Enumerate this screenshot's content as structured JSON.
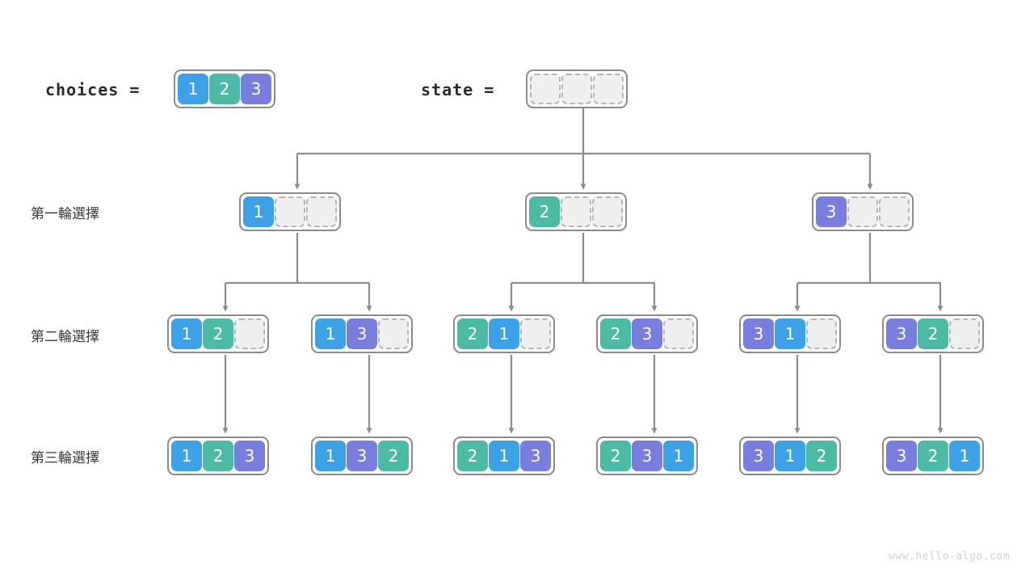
{
  "header": {
    "choices_label": "choices =",
    "state_label": "state ="
  },
  "rows": [
    {
      "label": "第一輪選擇"
    },
    {
      "label": "第二輪選擇"
    },
    {
      "label": "第三輪選擇"
    }
  ],
  "colors": {
    "value_1": "#3ba2e8",
    "value_2": "#4cbba5",
    "value_3": "#787ede",
    "empty_fill": "#efefef",
    "empty_border": "#b6b6b6",
    "node_border": "#8c8c8c",
    "edge": "#8c8c8c",
    "text": "#2b2b2b",
    "watermark": "#d2d2d2"
  },
  "choices_node": {
    "cells": [
      "1",
      "2",
      "3"
    ]
  },
  "state_node": {
    "cells": [
      "",
      "",
      ""
    ]
  },
  "round1": [
    {
      "cells": [
        "1",
        "",
        ""
      ]
    },
    {
      "cells": [
        "2",
        "",
        ""
      ]
    },
    {
      "cells": [
        "3",
        "",
        ""
      ]
    }
  ],
  "round2": [
    {
      "cells": [
        "1",
        "2",
        ""
      ]
    },
    {
      "cells": [
        "1",
        "3",
        ""
      ]
    },
    {
      "cells": [
        "2",
        "1",
        ""
      ]
    },
    {
      "cells": [
        "2",
        "3",
        ""
      ]
    },
    {
      "cells": [
        "3",
        "1",
        ""
      ]
    },
    {
      "cells": [
        "3",
        "2",
        ""
      ]
    }
  ],
  "round3": [
    {
      "cells": [
        "1",
        "2",
        "3"
      ]
    },
    {
      "cells": [
        "1",
        "3",
        "2"
      ]
    },
    {
      "cells": [
        "2",
        "1",
        "3"
      ]
    },
    {
      "cells": [
        "2",
        "3",
        "1"
      ]
    },
    {
      "cells": [
        "3",
        "1",
        "2"
      ]
    },
    {
      "cells": [
        "3",
        "2",
        "1"
      ]
    }
  ],
  "watermark": "www.hello-algo.com"
}
